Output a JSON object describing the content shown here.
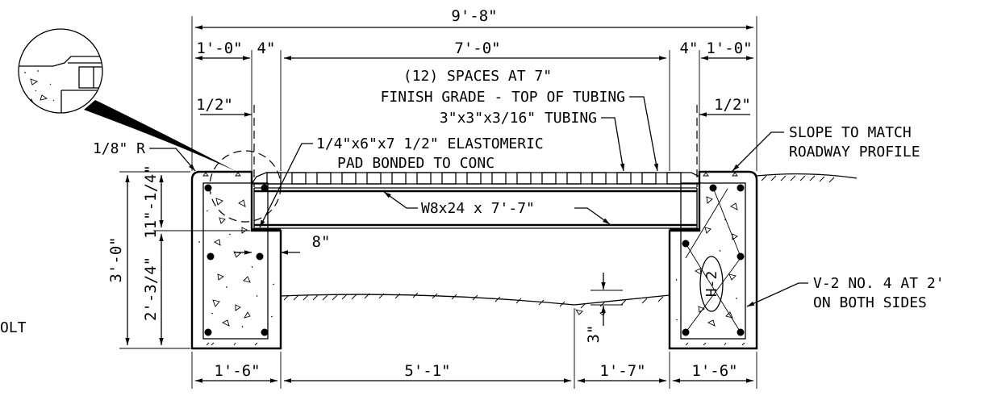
{
  "dimensions": {
    "overall_width": "9'-8\"",
    "left_abut_top": "1'-0\"",
    "left_offset": "4\"",
    "clear_span_top": "7'-0\"",
    "right_offset": "4\"",
    "right_abut_top": "1'-0\"",
    "left_half_inch": "1/2\"",
    "right_half_inch": "1/2\"",
    "upper_height": "11\"-1/4\"",
    "lower_height": "2'-3/4\"",
    "total_height": "3'-0\"",
    "bearing_offset": "8\"",
    "ground_drop": "3\"",
    "left_abut_base": "1'-6\"",
    "clear_span_base": "5'-1\"",
    "right_clear_base": "1'-7\"",
    "right_abut_base": "1'-6\""
  },
  "notes": {
    "spaces": "(12) SPACES AT 7\"",
    "finish_grade": "FINISH GRADE - TOP OF TUBING",
    "tubing": "3\"x3\"x3/16\" TUBING",
    "radius": "1/8\" R",
    "pad_line1": "1/4\"x6\"x7 1/2\" ELASTOMERIC",
    "pad_line2": "PAD BONDED TO CONC",
    "beam": "W8x24 x 7'-7\"",
    "slope_line1": "SLOPE TO MATCH",
    "slope_line2": "ROADWAY PROFILE",
    "rebar_line1": "V-2 NO. 4 AT 2'",
    "rebar_line2": "ON BOTH SIDES",
    "hoop": "H-2",
    "cut_off": "OLT"
  }
}
